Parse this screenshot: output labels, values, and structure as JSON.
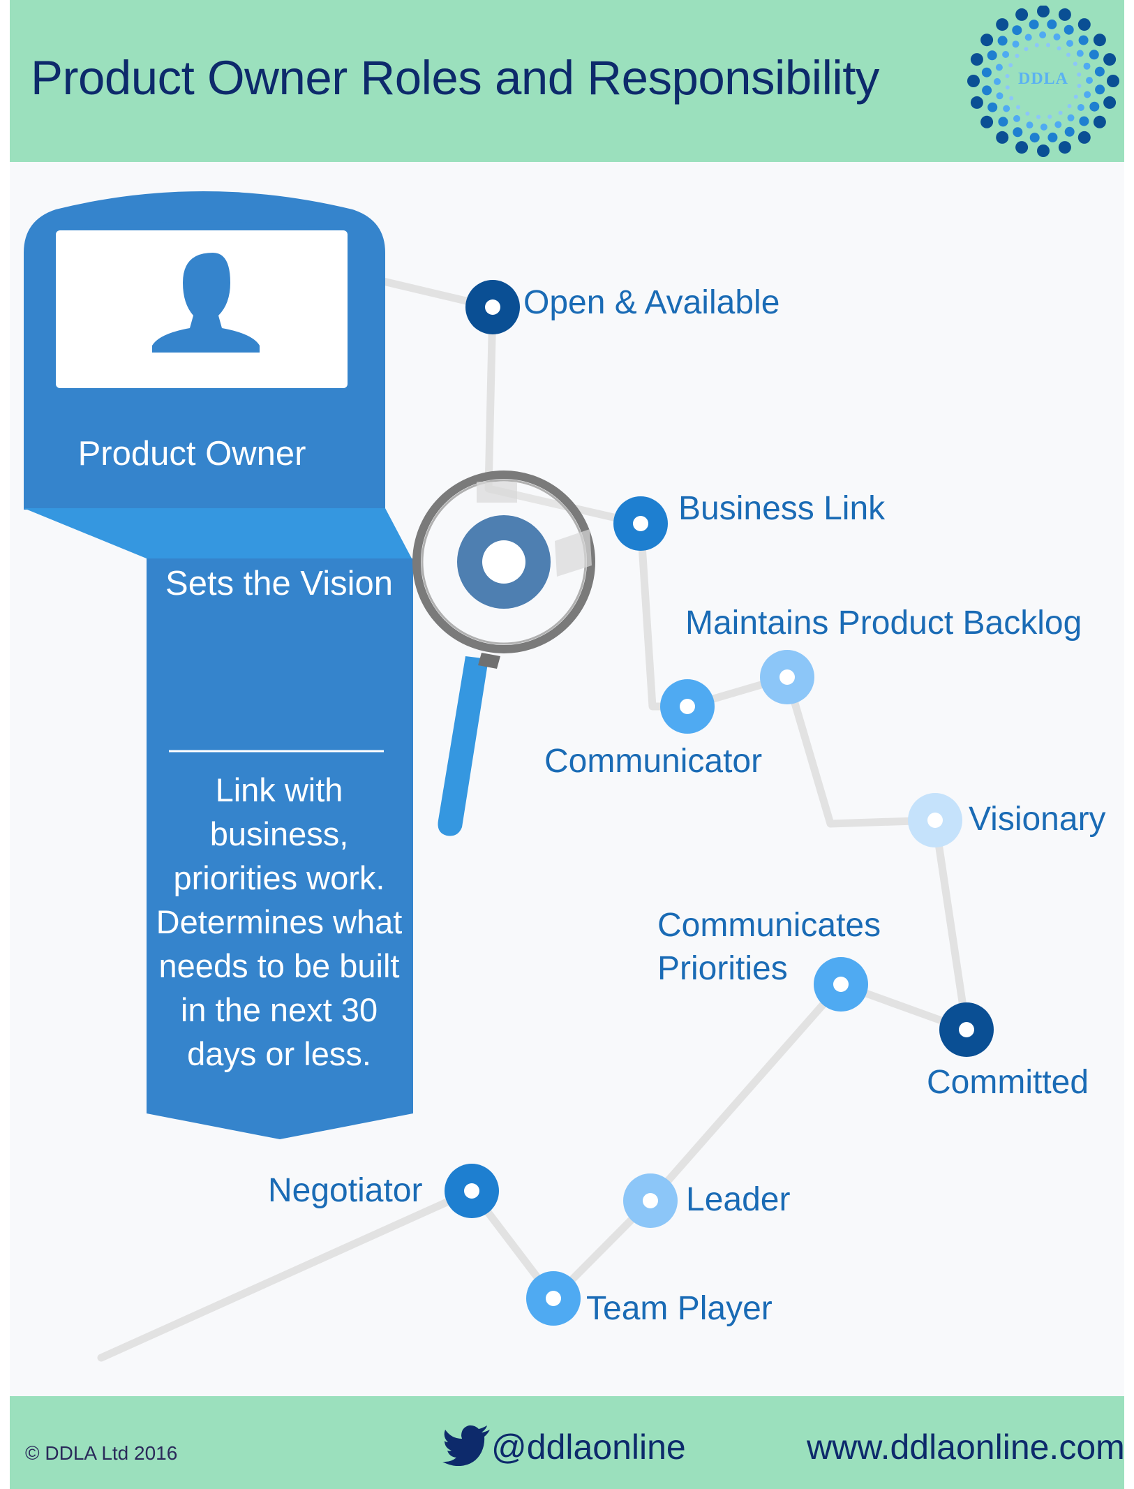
{
  "header": {
    "title": "Product Owner Roles and Responsibility",
    "logo_text": "DDLA"
  },
  "card": {
    "title": "Product Owner",
    "subtitle": "Sets the Vision",
    "description": "Link with business, priorities work. Determines what needs to be built in the next 30 days or less."
  },
  "traits": {
    "open": "Open & Available",
    "business_link": "Business Link",
    "backlog": "Maintains Product Backlog",
    "communicator": "Communicator",
    "visionary": "Visionary",
    "communicates_priorities": "Communicates Priorities",
    "committed": "Committed",
    "negotiator": "Negotiator",
    "leader": "Leader",
    "team_player": "Team Player"
  },
  "footer": {
    "copyright": "© DDLA Ltd 2016",
    "twitter": "@ddlaonline",
    "website": "www.ddlaonline.com"
  },
  "colors": {
    "header_bg": "#9be0bd",
    "title": "#0d2a6b",
    "card_blue": "#3584cc",
    "ribbon_light": "#3597e0",
    "label_blue": "#1a6bb5",
    "node_dark": "#0a4f94",
    "node_mid": "#1e7fd0",
    "node_light": "#4faaf2",
    "node_pale": "#8cc6f8",
    "connector": "#e2e2e2"
  }
}
